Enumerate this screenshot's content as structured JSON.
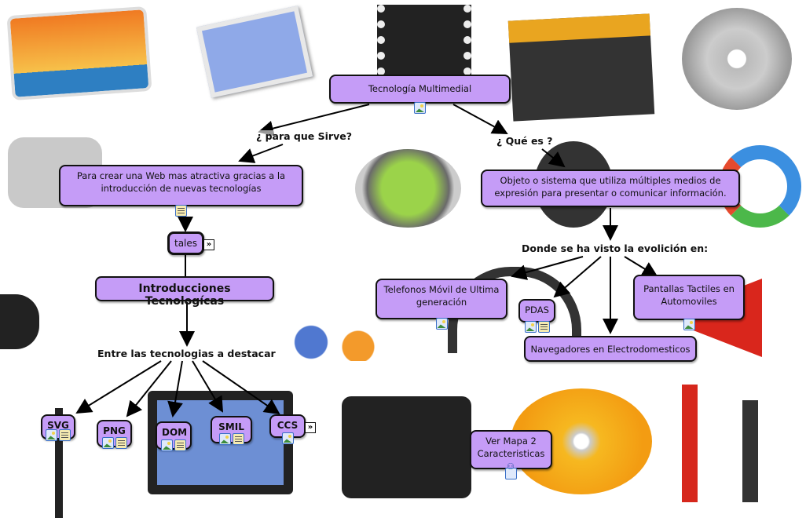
{
  "map_title": "Tecnología Multimedial",
  "phrases": {
    "para_que": "¿ para que Sirve?",
    "que_es": "¿ Qué es ?",
    "donde": "Donde se ha visto la evolición en:",
    "entre": "Entre las tecnologias a destacar"
  },
  "nodes": {
    "root": "Tecnología Multimedial",
    "para_crear": "Para crear una Web mas atractiva gracias a la introducción de nuevas tecnologías",
    "tales": "tales",
    "introducciones": "Introducciones Tecnologícas",
    "objeto": "Objeto o sistema que utiliza múltiples medios de expresión  para presentar o comunicar información.",
    "telefonos": "Telefonos Móvil de Ultima generación",
    "pdas": "PDAS",
    "pantallas": "Pantallas Tactiles en Automoviles",
    "navegadores": "Navegadores en Electrodomesticos",
    "svg": "SVG",
    "png": "PNG",
    "dom": "DOM",
    "smil": "SMIL",
    "ccs": "CCS",
    "ver_mapa": "Ver  Mapa 2 Caracteristicas"
  },
  "expand_glyph": "»",
  "colors": {
    "node_fill": "#c59cf7",
    "border": "#111111"
  }
}
